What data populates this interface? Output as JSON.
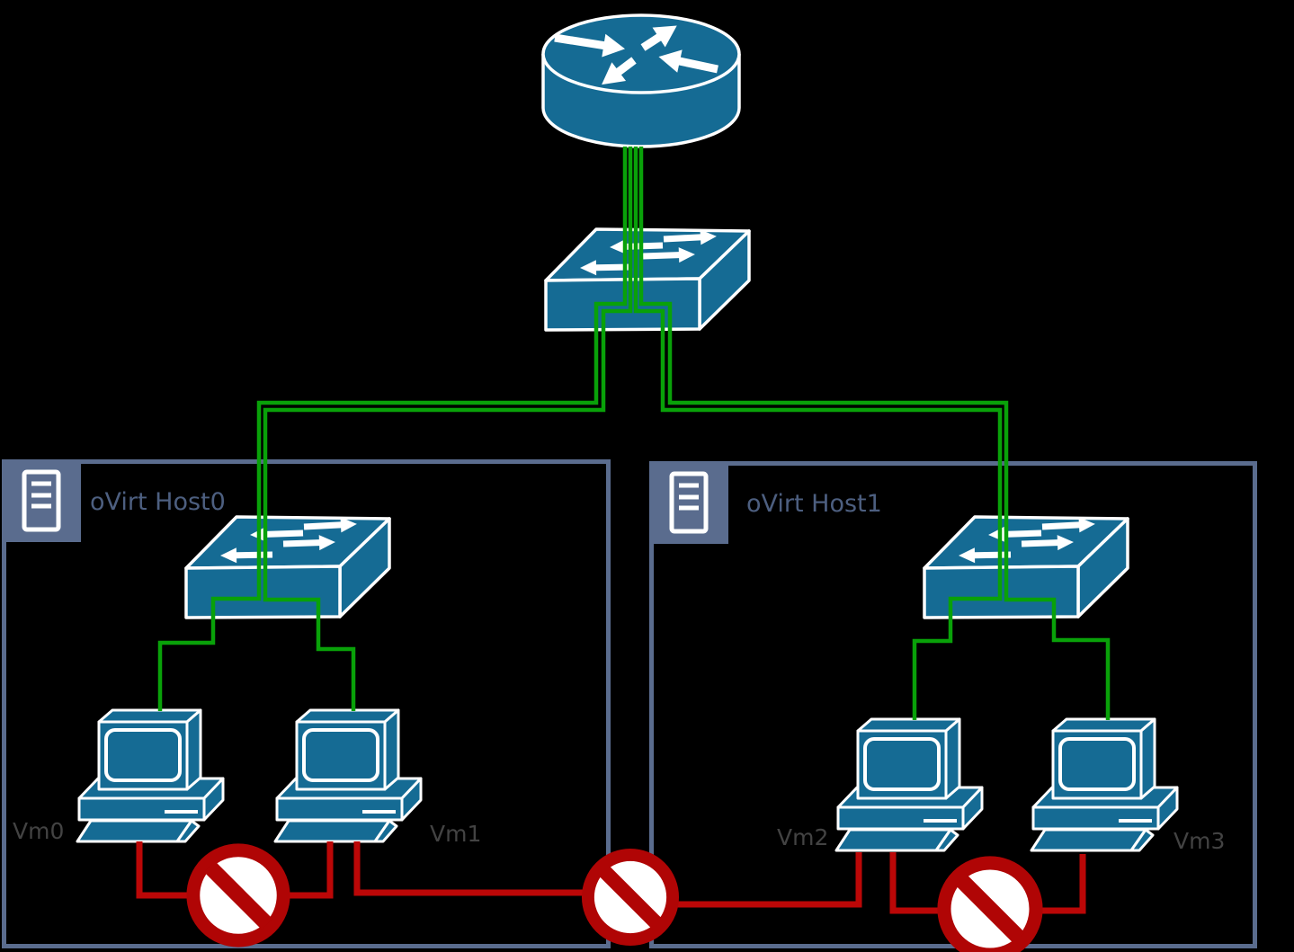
{
  "colors": {
    "background": "#000000",
    "node_blue": "#156b94",
    "icon_outline": "#ffffff",
    "link_active_green": "#09a109",
    "link_blocked_red": "#bb0707",
    "prohibition_red": "#b00505",
    "frame_slate": "#5a6c8e",
    "host_label_text": "#4d5f80",
    "vm_label_text": "#434343"
  },
  "nodes": {
    "router": {
      "icon": "router-icon"
    },
    "core_switch": {
      "icon": "switch-icon"
    }
  },
  "hosts": [
    {
      "label": "oVirt Host0",
      "badge_icon": "server-icon",
      "switch_icon": "switch-icon",
      "vms": [
        {
          "label": "Vm0",
          "icon": "workstation-icon"
        },
        {
          "label": "Vm1",
          "icon": "workstation-icon"
        }
      ]
    },
    {
      "label": "oVirt Host1",
      "badge_icon": "server-icon",
      "switch_icon": "switch-icon",
      "vms": [
        {
          "label": "Vm2",
          "icon": "workstation-icon"
        },
        {
          "label": "Vm3",
          "icon": "workstation-icon"
        }
      ]
    }
  ],
  "links": {
    "active": [
      "router - core switch (4 lines)",
      "core switch - host0 switch (2 lines)",
      "core switch - host1 switch (2 lines)",
      "host0 switch - Vm0",
      "host0 switch - Vm1",
      "host1 switch - Vm2",
      "host1 switch - Vm3"
    ],
    "blocked": [
      {
        "between": [
          "Vm0",
          "Vm1"
        ],
        "icon": "no-entry-icon"
      },
      {
        "between": [
          "Vm1",
          "Vm2"
        ],
        "icon": "no-entry-icon"
      },
      {
        "between": [
          "Vm2",
          "Vm3"
        ],
        "icon": "no-entry-icon"
      }
    ]
  }
}
